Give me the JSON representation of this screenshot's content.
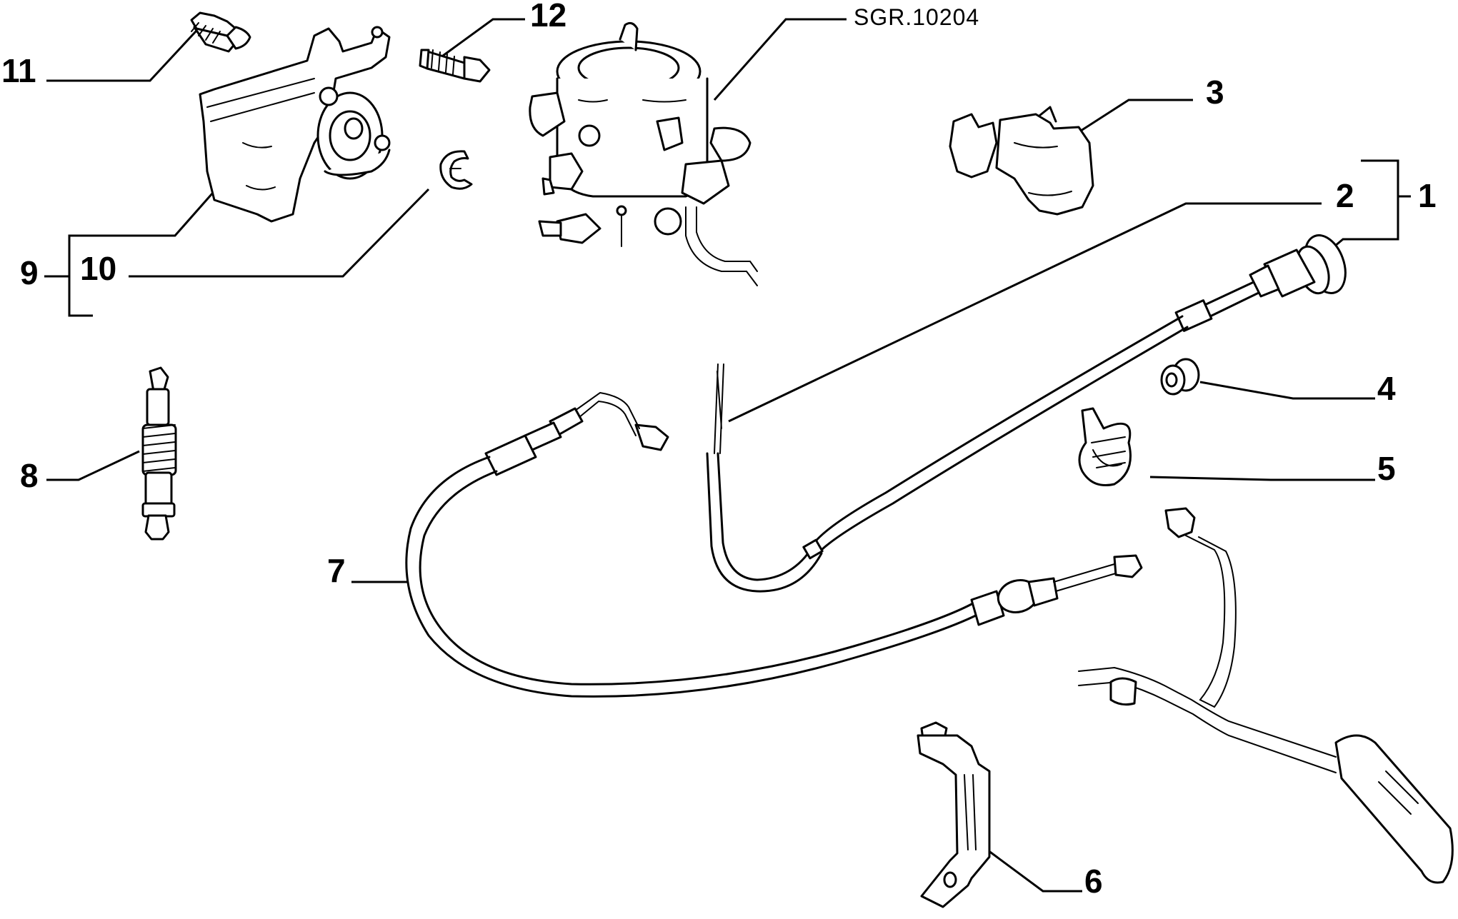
{
  "reference_code": "SGR.10204",
  "callouts": {
    "c1": "1",
    "c2": "2",
    "c3": "3",
    "c4": "4",
    "c5": "5",
    "c6": "6",
    "c7": "7",
    "c8": "8",
    "c9": "9",
    "c10": "10",
    "c11": "11",
    "c12": "12"
  }
}
